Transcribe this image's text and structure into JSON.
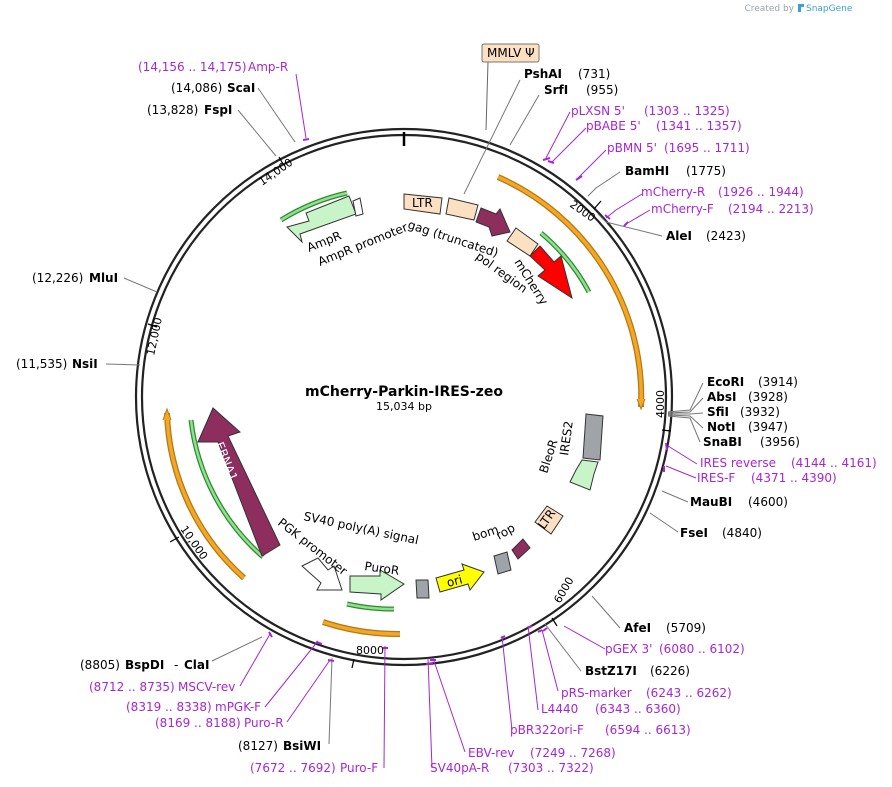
{
  "watermark": {
    "prefix": "Created by",
    "brand": "SnapGene"
  },
  "plasmid": {
    "name": "mCherry-Parkin-IRES-zeo",
    "size": "15,034 bp"
  },
  "ring_ticks": [
    "2000",
    "4000",
    "6000",
    "8000",
    "10,000",
    "12,000",
    "14,000"
  ],
  "features": [
    {
      "id": "amp",
      "label": "AmpR"
    },
    {
      "id": "amppro",
      "label": "AmpR promoter"
    },
    {
      "id": "ltr1",
      "label": "LTR"
    },
    {
      "id": "gag",
      "label": "gag (truncated)"
    },
    {
      "id": "pol",
      "label": "pol region"
    },
    {
      "id": "mcherry",
      "label": "mCherry"
    },
    {
      "id": "ires2",
      "label": "IRES2"
    },
    {
      "id": "bleo",
      "label": "BleoR"
    },
    {
      "id": "ltr2",
      "label": "LTR"
    },
    {
      "id": "rop",
      "label": "rop"
    },
    {
      "id": "bom",
      "label": "bom"
    },
    {
      "id": "ori",
      "label": "ori"
    },
    {
      "id": "sv40",
      "label": "SV40 poly(A) signal"
    },
    {
      "id": "puro",
      "label": "PuroR"
    },
    {
      "id": "pgk",
      "label": "PGK promoter"
    },
    {
      "id": "ebna",
      "label": "EBNA1"
    },
    {
      "id": "mmlv",
      "label": "MMLV Ψ"
    }
  ],
  "sites": [
    {
      "id": "psh",
      "name": "PshAI",
      "pos": "(731)"
    },
    {
      "id": "srf",
      "name": "SrfI",
      "pos": "(955)"
    },
    {
      "id": "bam",
      "name": "BamHI",
      "pos": "(1775)"
    },
    {
      "id": "ale",
      "name": "AleI",
      "pos": "(2423)"
    },
    {
      "id": "eco",
      "name": "EcoRI",
      "pos": "(3914)"
    },
    {
      "id": "abs",
      "name": "AbsI",
      "pos": "(3928)"
    },
    {
      "id": "sfi",
      "name": "SfiI",
      "pos": "(3932)"
    },
    {
      "id": "not",
      "name": "NotI",
      "pos": "(3947)"
    },
    {
      "id": "sna",
      "name": "SnaBI",
      "pos": "(3956)"
    },
    {
      "id": "mau",
      "name": "MauBI",
      "pos": "(4600)"
    },
    {
      "id": "fse",
      "name": "FseI",
      "pos": "(4840)"
    },
    {
      "id": "afe",
      "name": "AfeI",
      "pos": "(5709)"
    },
    {
      "id": "bst",
      "name": "BstZ17I",
      "pos": "(6226)"
    },
    {
      "id": "bsi",
      "name": "BsiWI",
      "pos": "(8127)"
    },
    {
      "id": "bsp",
      "name": "BspDI",
      "pos": "(8805)"
    },
    {
      "id": "cla",
      "name": "ClaI",
      "pos": ""
    },
    {
      "id": "nsi",
      "name": "NsiI",
      "pos": "(11,535)"
    },
    {
      "id": "mlu",
      "name": "MluI",
      "pos": "(12,226)"
    },
    {
      "id": "fsp",
      "name": "FspI",
      "pos": "(13,828)"
    },
    {
      "id": "sca",
      "name": "ScaI",
      "pos": "(14,086)"
    }
  ],
  "primers": [
    {
      "id": "ampr",
      "name": "Amp-R",
      "range": "(14,156 .. 14,175)"
    },
    {
      "id": "plxsn",
      "name": "pLXSN 5'",
      "range": "(1303 .. 1325)"
    },
    {
      "id": "pbabe",
      "name": "pBABE 5'",
      "range": "(1341 .. 1357)"
    },
    {
      "id": "pbmn",
      "name": "pBMN 5'",
      "range": "(1695 .. 1711)"
    },
    {
      "id": "mchr",
      "name": "mCherry-R",
      "range": "(1926 .. 1944)"
    },
    {
      "id": "mchf",
      "name": "mCherry-F",
      "range": "(2194 .. 2213)"
    },
    {
      "id": "iresrev",
      "name": "IRES reverse",
      "range": "(4144 .. 4161)"
    },
    {
      "id": "iresf",
      "name": "IRES-F",
      "range": "(4371 .. 4390)"
    },
    {
      "id": "pgex",
      "name": "pGEX 3'",
      "range": "(6080 .. 6102)"
    },
    {
      "id": "prs",
      "name": "pRS-marker",
      "range": "(6243 .. 6262)"
    },
    {
      "id": "l4440",
      "name": "L4440",
      "range": "(6343 .. 6360)"
    },
    {
      "id": "pbr",
      "name": "pBR322ori-F",
      "range": "(6594 .. 6613)"
    },
    {
      "id": "ebvrev",
      "name": "EBV-rev",
      "range": "(7249 .. 7268)"
    },
    {
      "id": "sv40pa",
      "name": "SV40pA-R",
      "range": "(7303 .. 7322)"
    },
    {
      "id": "purof",
      "name": "Puro-F",
      "range": "(7672 .. 7692)"
    },
    {
      "id": "puror",
      "name": "Puro-R",
      "range": "(8169 .. 8188)"
    },
    {
      "id": "mpgkf",
      "name": "mPGK-F",
      "range": "(8319 .. 8338)"
    },
    {
      "id": "msciv",
      "name": "MSCV-rev",
      "range": "(8712 .. 8735)"
    }
  ],
  "colors": {
    "primer": "#a626d4",
    "orf": "#f5a623",
    "marker": "#c8f5c8",
    "ebna": "#8e2e5e",
    "mcherry": "#ff0000",
    "ori": "#ffff00",
    "ltr": "#fce0c2",
    "gray": "#a0a4a8"
  }
}
